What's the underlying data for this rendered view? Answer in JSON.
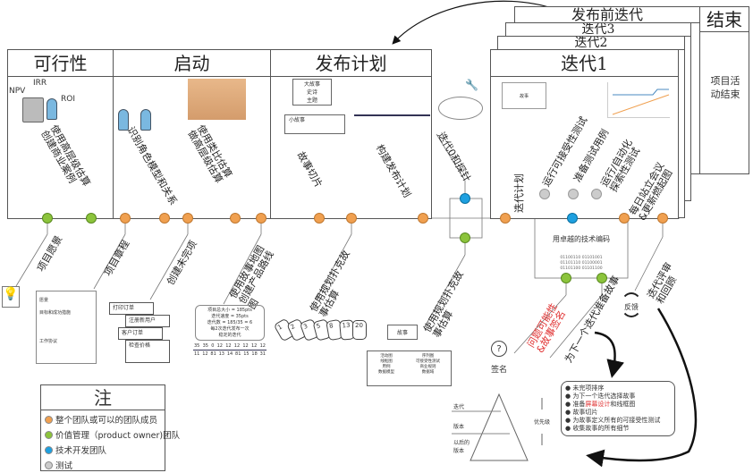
{
  "phases": {
    "feasibility": "可行性",
    "inception": "启动",
    "release_planning": "发布计划",
    "iteration1": "迭代1",
    "iteration2": "迭代2",
    "iteration3": "迭代3",
    "pre_release": "发布前迭代",
    "closure": "结束",
    "closure_body": "项目活动结束"
  },
  "feasibility": {
    "npv": "NPV",
    "irr": "IRR",
    "roi": "ROI"
  },
  "labels_top": {
    "business_case": "使用高层级估算创建商业案例",
    "identify_roles": "识别角色模型和关系",
    "estimate": "使用类比估算做高层级估算",
    "story_slicing": "故事切片",
    "build_release_plan": "构建发布计划",
    "iteration0": "迭代0和探针",
    "iteration_plan": "迭代计划",
    "run_acceptance": "运行可接受性测试",
    "prepare_tests": "准备测试用例",
    "run_exploratory": "运行/自动化探索性测试",
    "daily_standup": "每日站立会议&更新燃起图"
  },
  "labels_bottom": {
    "vision": "项目愿景",
    "charter": "项目章程",
    "backlog": "创建未完项",
    "story_map": "使用故事地图创建产品路线图",
    "planning_poker1": "使用规划扑克故事估算",
    "planning_poker2": "使用规划扑克故事估算",
    "ask_questions": "问题可能性&故事签名",
    "prepare_next": "为下一个迭代准备故事",
    "review": "迭代评审和回顾"
  },
  "coding": {
    "title": "用卓越的技术编码",
    "binary": [
      "01100110 01101001",
      "01101110 01100001",
      "01101100 01101100"
    ]
  },
  "story_box": {
    "big": "大故事",
    "epic": "史诗",
    "theme": "主题",
    "small": "小故事",
    "story": "故事",
    "left": [
      "活动图",
      "线框图",
      "用例",
      "数据模型"
    ],
    "right": [
      "序列图",
      "可接受性测试",
      "商业规则",
      "数据域"
    ]
  },
  "charter_doc": {
    "vision": "愿景",
    "goals": "目标和成功措施",
    "agreement": "工作协议"
  },
  "cards": [
    "打印订单",
    "注册新用户",
    "客户订单",
    "检查价格"
  ],
  "release_calc": [
    "项目总大小 = 185pts",
    "迭代速度 = 35pts",
    "迭代数 = 185/35 = 6",
    "每2次迭代发布一次",
    "稳定的迭代"
  ],
  "release_axis": {
    "top": [
      "35",
      "35",
      "0",
      "12",
      "12",
      "12",
      "12",
      "12",
      "12"
    ],
    "bottom": [
      "11",
      "12",
      "81",
      "13",
      "14",
      "81",
      "15",
      "18",
      "31"
    ]
  },
  "poker_cards": [
    "1",
    "2",
    "3",
    "5",
    "8",
    "13",
    "20"
  ],
  "sign": "签名",
  "question": "?",
  "feedback": "反馈",
  "pyramid": {
    "iteration": "迭代",
    "release": "版本",
    "later": "以后的版本",
    "priority": "优先级"
  },
  "bullets": [
    "未完项排序",
    "为下一个迭代选择故事",
    "准备屏幕设计和线框图",
    "故事切片",
    "为故事定义所有的可接受性测试",
    "收集故事的所有细节"
  ],
  "bullet_highlight": "屏幕设计",
  "legend": {
    "title": "注",
    "items": [
      {
        "label": "整个团队或可以的团队成员",
        "color": "#f0a050"
      },
      {
        "label": "价值管理（product owner)团队",
        "color": "#8cc43c"
      },
      {
        "label": "技术开发团队",
        "color": "#1ea0e0"
      },
      {
        "label": "测试",
        "color": "#cccccc"
      }
    ]
  },
  "colors": {
    "whole_team": "#f0a050",
    "value": "#8cc43c",
    "tech": "#1ea0e0",
    "test": "#cccccc",
    "highlight": "#e03030"
  }
}
